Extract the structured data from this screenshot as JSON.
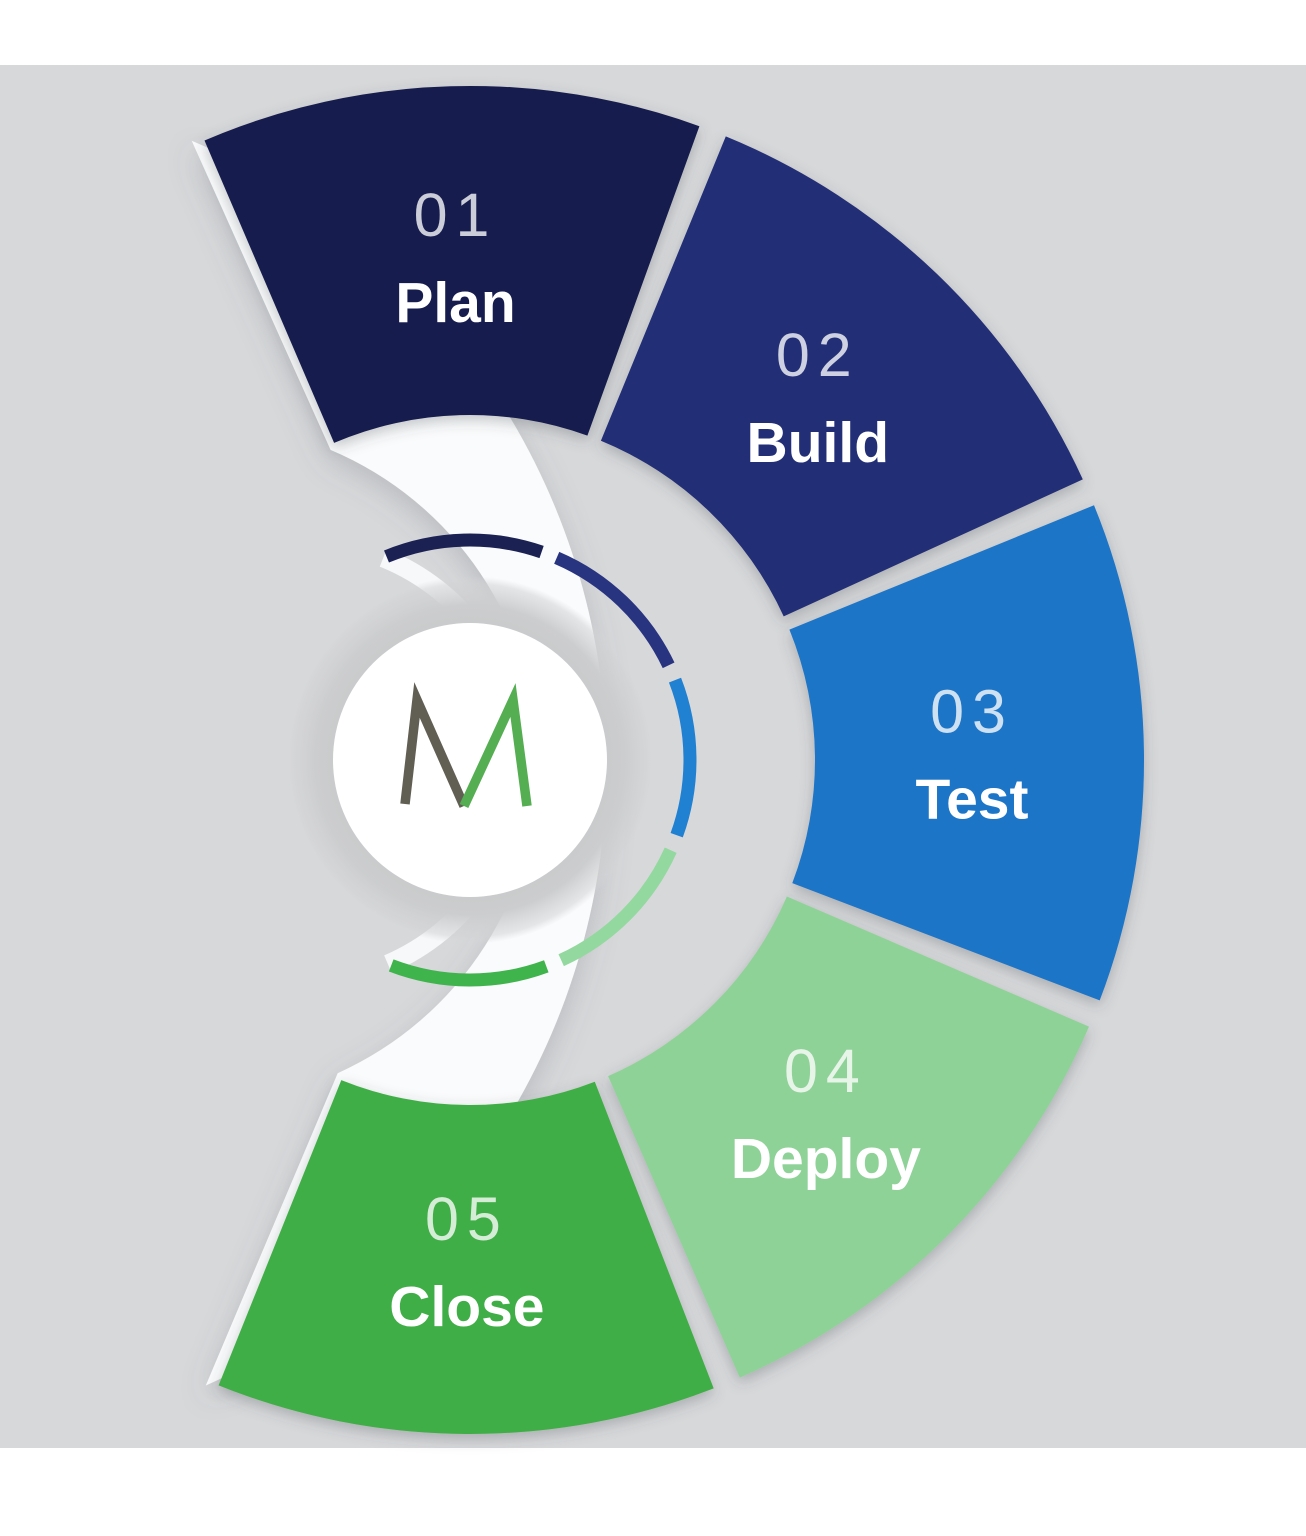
{
  "page": {
    "canvas_color": "#d7d8da",
    "gap_color": "#fafbfc"
  },
  "logo": {
    "letter": "M",
    "left_stroke_color": "#615e54",
    "right_stroke_color": "#55ae52",
    "hub_fill": "#ffffff",
    "halo_color": "#c9cacb"
  },
  "chart_data": {
    "type": "circular-process-diagram",
    "steps": [
      {
        "number": "01",
        "label": "Plan",
        "segment_color": "#181d4d",
        "ring_color": "#1b2153"
      },
      {
        "number": "02",
        "label": "Build",
        "segment_color": "#222d76",
        "ring_color": "#283480"
      },
      {
        "number": "03",
        "label": "Test",
        "segment_color": "#1b74c7",
        "ring_color": "#2080d2"
      },
      {
        "number": "04",
        "label": "Deploy",
        "segment_color": "#8fd298",
        "ring_color": "#93d89f"
      },
      {
        "number": "05",
        "label": "Close",
        "segment_color": "#40ae46",
        "ring_color": "#3fb44c"
      }
    ],
    "number_color": "rgba(255,255,255,0.78)",
    "label_color": "#ffffff",
    "layout_hints": {
      "center": [
        470,
        760
      ],
      "segment_inner_radius": 345,
      "segment_outer_radius": 674,
      "ring_radius": 220,
      "start_angle_deg": -23.2,
      "segment_span_deg": 43.1,
      "segment_gap_deg": 2.4,
      "text_radius": 502,
      "hub_white_radius": 137,
      "hub_halo_radius": 184,
      "legend_position": "none",
      "grid": false
    }
  }
}
